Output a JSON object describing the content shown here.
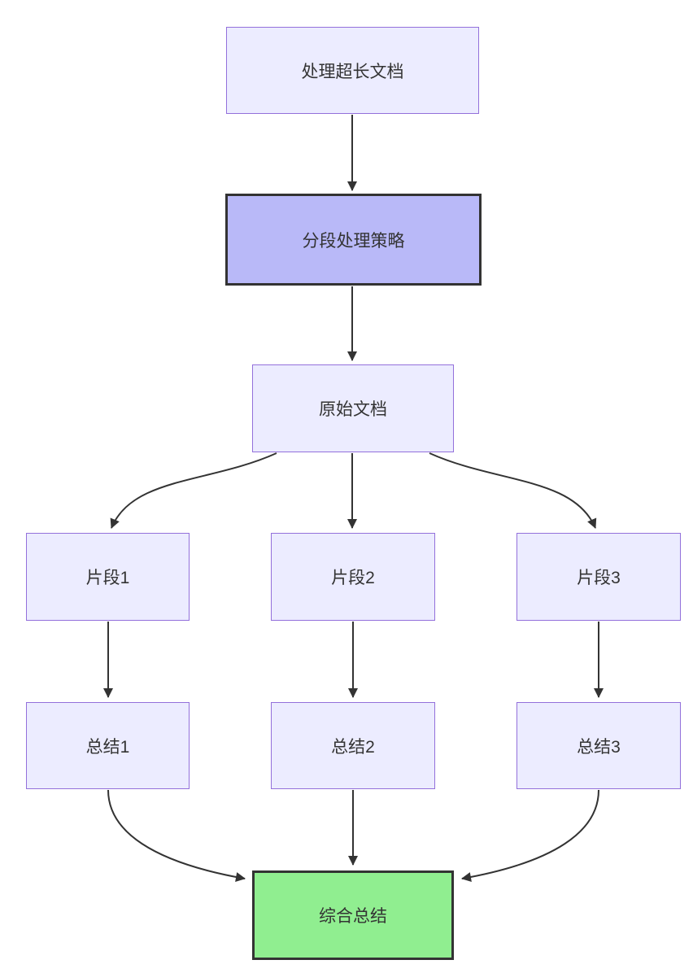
{
  "diagram": {
    "type": "flowchart",
    "direction": "top-down",
    "background_color": "#FFFFFF",
    "edge_color": "#333333",
    "text_color": "#333333",
    "node_fill_default": "#ECECFF",
    "node_border_default": "#9370DB",
    "node_fill_emphasis": "#B9B9F8",
    "node_fill_final": "#90EE90",
    "node_border_dark": "#333333",
    "nodes": {
      "doc": {
        "label": "处理超长文档",
        "fill": "#ECECFF",
        "border": "#9370DB"
      },
      "strategy": {
        "label": "分段处理策略",
        "fill": "#B9B9F8",
        "border": "#333333"
      },
      "original": {
        "label": "原始文档",
        "fill": "#ECECFF",
        "border": "#9370DB"
      },
      "seg1": {
        "label": "片段1",
        "fill": "#ECECFF",
        "border": "#9370DB"
      },
      "seg2": {
        "label": "片段2",
        "fill": "#ECECFF",
        "border": "#9370DB"
      },
      "seg3": {
        "label": "片段3",
        "fill": "#ECECFF",
        "border": "#9370DB"
      },
      "sum1": {
        "label": "总结1",
        "fill": "#ECECFF",
        "border": "#9370DB"
      },
      "sum2": {
        "label": "总结2",
        "fill": "#ECECFF",
        "border": "#9370DB"
      },
      "sum3": {
        "label": "总结3",
        "fill": "#ECECFF",
        "border": "#9370DB"
      },
      "final": {
        "label": "综合总结",
        "fill": "#90EE90",
        "border": "#333333"
      }
    },
    "edges": [
      {
        "from": "处理超长文档",
        "to": "分段处理策略"
      },
      {
        "from": "分段处理策略",
        "to": "原始文档"
      },
      {
        "from": "原始文档",
        "to": "片段1"
      },
      {
        "from": "原始文档",
        "to": "片段2"
      },
      {
        "from": "原始文档",
        "to": "片段3"
      },
      {
        "from": "片段1",
        "to": "总结1"
      },
      {
        "from": "片段2",
        "to": "总结2"
      },
      {
        "from": "片段3",
        "to": "总结3"
      },
      {
        "from": "总结1",
        "to": "综合总结"
      },
      {
        "from": "总结2",
        "to": "综合总结"
      },
      {
        "from": "总结3",
        "to": "综合总结"
      }
    ]
  }
}
